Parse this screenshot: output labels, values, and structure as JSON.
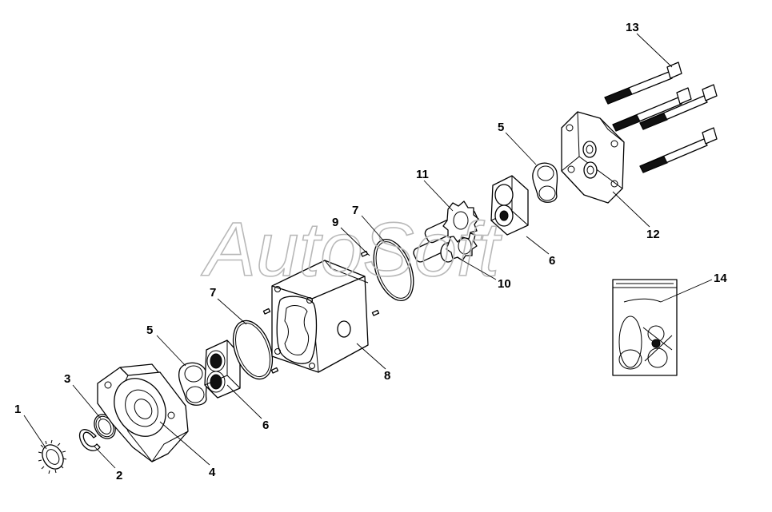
{
  "diagram": {
    "watermark": "AutoSoft",
    "callouts": [
      "1",
      "2",
      "3",
      "4",
      "5",
      "6",
      "7",
      "8",
      "9",
      "10",
      "11",
      "12",
      "13",
      "14"
    ],
    "repeat_callouts": [
      "5",
      "6",
      "7"
    ]
  }
}
